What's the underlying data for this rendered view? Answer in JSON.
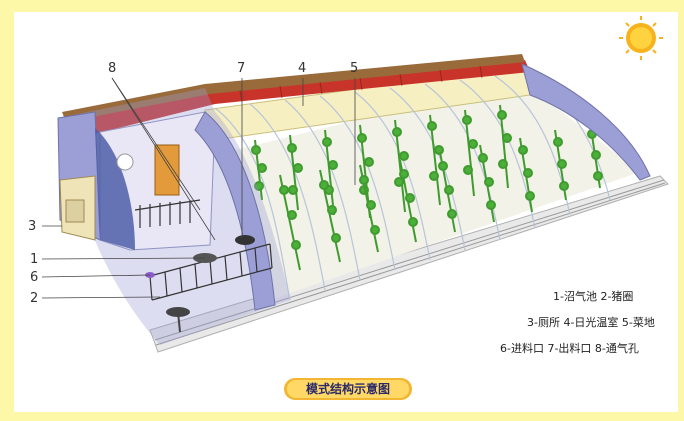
{
  "diagram": {
    "callouts": [
      {
        "id": "1",
        "text": "1"
      },
      {
        "id": "2",
        "text": "2"
      },
      {
        "id": "3",
        "text": "3"
      },
      {
        "id": "4",
        "text": "4"
      },
      {
        "id": "5",
        "text": "5"
      },
      {
        "id": "6",
        "text": "6"
      },
      {
        "id": "7",
        "text": "7"
      },
      {
        "id": "8",
        "text": "8"
      }
    ],
    "legend": [
      "1-沼气池  2-猪圈",
      "3-厕所  4-日光温室  5-菜地",
      "6-进料口  7-出料口  8-通气孔"
    ],
    "caption": "模式结构示意图"
  },
  "colors": {
    "background": "#fdf7a8",
    "panel": "#ffffff",
    "roof_tile": "#c8342a",
    "end_wall": "#9b9fd6",
    "ground": "#ececec",
    "plant": "#3f9b2e",
    "sun": "#f7b21c"
  },
  "icons": [
    "sun-icon"
  ]
}
